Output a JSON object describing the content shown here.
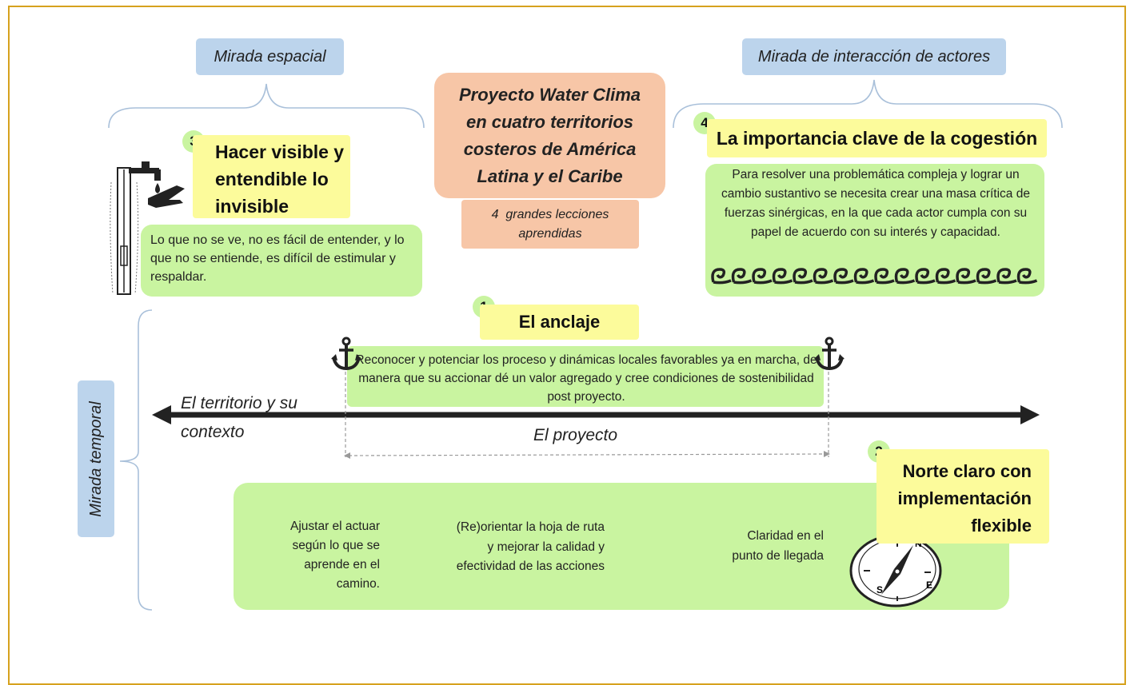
{
  "headers": {
    "spatial": "Mirada espacial",
    "actors": "Mirada de interacción de actores",
    "temporal": "Mirada temporal"
  },
  "project": {
    "title": "Proyecto Water Clima en cuatro territorios costeros de América Latina y el Caribe",
    "subtitle": "4  grandes lecciones aprendidas"
  },
  "lessons": {
    "l3": {
      "num": "3",
      "title": "Hacer visible y entendible lo invisible",
      "text": "Lo que no se ve, no es fácil de entender, y lo que no se entiende, es difícil de estimular y respaldar."
    },
    "l4": {
      "num": "4",
      "title": "La importancia clave de la cogestión",
      "text": "Para resolver una problemática compleja y lograr un cambio sustantivo se necesita crear una masa crítica de fuerzas sinérgicas, en la que cada actor cumpla con su papel de acuerdo con su interés y capacidad."
    },
    "l1": {
      "num": "1",
      "title": "El anclaje",
      "text": "Reconocer y potenciar los proceso y dinámicas locales favorables ya en marcha, de manera que su accionar dé un valor agregado y cree condiciones de sostenibilidad post proyecto."
    },
    "l2": {
      "num": "2",
      "title": "Norte claro con implementación flexible",
      "steps": [
        "Ajustar el actuar según lo que se aprende en el camino.",
        "(Re)orientar la hoja de ruta y mejorar la calidad y efectividad de las acciones",
        "Claridad en el punto de llegada"
      ]
    }
  },
  "timeline": {
    "left_label": "El territorio y su contexto",
    "project_label": "El proyecto"
  },
  "icons": {
    "well": "well-tap-icon",
    "anchor": "anchor-icon",
    "waves": "waves-icon",
    "compass": "compass-icon",
    "compass_letters": [
      "N",
      "E",
      "S"
    ]
  },
  "colors": {
    "border": "#d6a21e",
    "blue_tag": "#bcd4ec",
    "salmon": "#f7c6a7",
    "green": "#c9f4a0",
    "yellow": "#fcfb9b",
    "bracket": "#a9c0da",
    "arrow": "#222222"
  }
}
